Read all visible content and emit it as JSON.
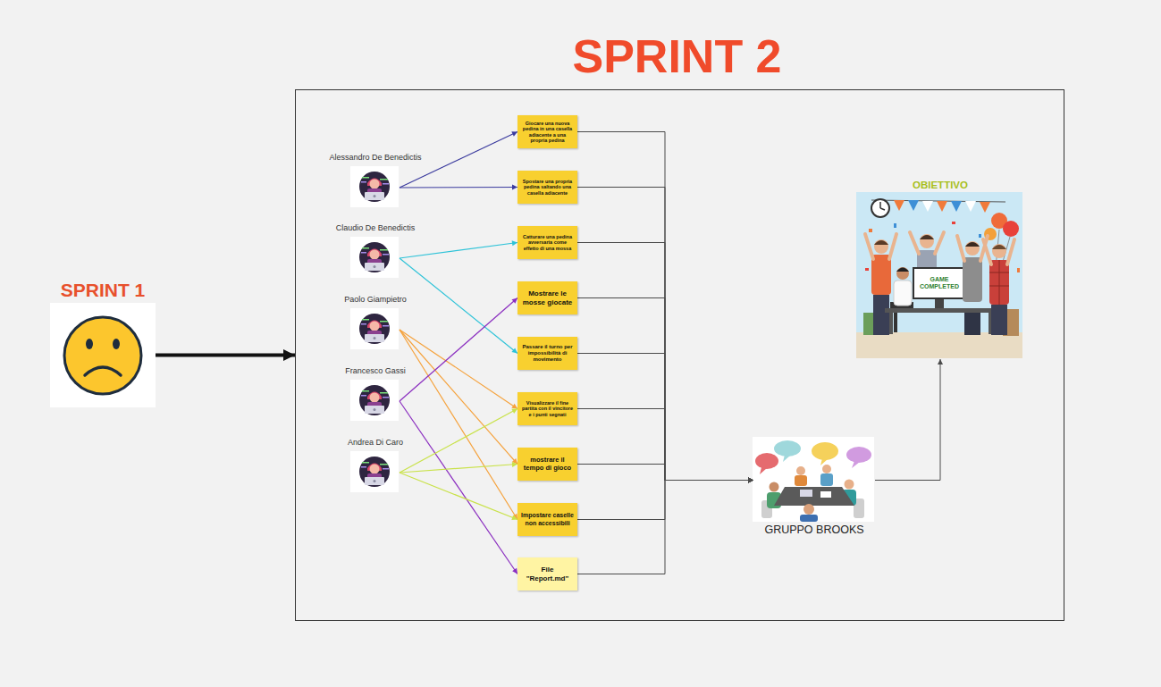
{
  "diagram": {
    "nodes": [
      {
        "text": [
          "SPRINT 1"
        ]
      },
      {
        "text": [
          "SPRINT 2"
        ]
      },
      {
        "text": [
          "Alessandro De Benedictis"
        ],
        "in": 1
      },
      {
        "text": [
          "Claudio De Benedictis"
        ],
        "in": 1
      },
      {
        "text": [
          "Paolo Giampietro"
        ],
        "in": 1
      },
      {
        "text": [
          "Francesco Gassi"
        ],
        "in": 1
      },
      {
        "text": [
          "Andrea Di Caro"
        ],
        "in": 1
      },
      {
        "text": [
          "Giocare una nuova pedina in una casella adiacente a una propria pedina"
        ],
        "in": 1
      },
      {
        "text": [
          "Spostare una propria pedina saltando una casella adiacente"
        ],
        "in": 1
      },
      {
        "text": [
          "Catturare una pedina avversaria come effetto di una mossa"
        ],
        "in": 1
      },
      {
        "text": [
          "Mostrare le mosse giocate"
        ],
        "in": 1
      },
      {
        "text": [
          "Passare il turno per impossibilità di movimento"
        ],
        "in": 1
      },
      {
        "text": [
          "Visualizzare il fine partita con il vincitore e i punti segnati"
        ],
        "in": 1
      },
      {
        "text": [
          "mostrare il tempo di gioco"
        ],
        "in": 1
      },
      {
        "text": [
          "Impostare caselle non accessibili"
        ],
        "in": 1
      },
      {
        "text": [
          "File \"Report.md\""
        ],
        "in": 1
      },
      {
        "text": [
          "GRUPPO BROOKS"
        ],
        "in": 1
      },
      {
        "text": [
          "OBIETTIVO"
        ],
        "in": 1
      }
    ],
    "edges": [
      {
        "from": 0,
        "to": 1,
        "arrow": "to"
      },
      {
        "from": 2,
        "to": 7,
        "arrow": "to"
      },
      {
        "from": 2,
        "to": 8,
        "arrow": "to"
      },
      {
        "from": 3,
        "to": 9,
        "arrow": "to"
      },
      {
        "from": 3,
        "to": 11,
        "arrow": "to"
      },
      {
        "from": 4,
        "to": 12,
        "arrow": "to"
      },
      {
        "from": 4,
        "to": 13,
        "arrow": "to"
      },
      {
        "from": 4,
        "to": 14,
        "arrow": "to"
      },
      {
        "from": 5,
        "to": 10,
        "arrow": "to"
      },
      {
        "from": 5,
        "to": 15,
        "arrow": "to"
      },
      {
        "from": 6,
        "to": 12,
        "arrow": "to"
      },
      {
        "from": 6,
        "to": 13,
        "arrow": "to"
      },
      {
        "from": 6,
        "to": 14,
        "arrow": "to"
      },
      {
        "from": 7,
        "to": 16,
        "arrow": "to"
      },
      {
        "from": 8,
        "to": 16,
        "arrow": "to"
      },
      {
        "from": 9,
        "to": 16,
        "arrow": "to"
      },
      {
        "from": 10,
        "to": 16,
        "arrow": "to"
      },
      {
        "from": 11,
        "to": 16,
        "arrow": "to"
      },
      {
        "from": 12,
        "to": 16,
        "arrow": "to"
      },
      {
        "from": 13,
        "to": 16,
        "arrow": "to"
      },
      {
        "from": 14,
        "to": 16,
        "arrow": "to"
      },
      {
        "from": 15,
        "to": 16,
        "arrow": "to"
      },
      {
        "from": 16,
        "to": 17,
        "arrow": "to"
      }
    ],
    "labels": [
      "GAME COMPLETED"
    ]
  }
}
